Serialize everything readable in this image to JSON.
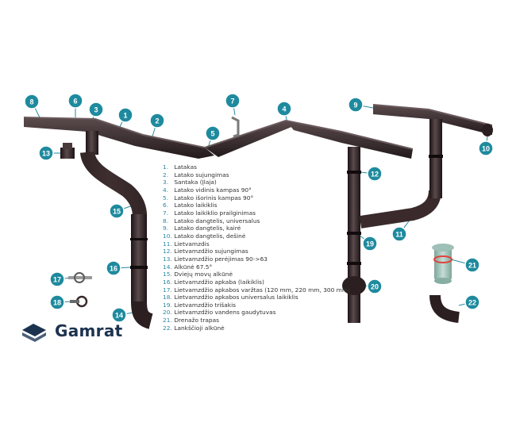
{
  "legend": [
    {
      "num": "1.",
      "text": "Latakas"
    },
    {
      "num": "2.",
      "text": "Latako sujungimas"
    },
    {
      "num": "3.",
      "text": "Santaka (Įlaja)"
    },
    {
      "num": "4.",
      "text": "Latako vidinis kampas 90°"
    },
    {
      "num": "5.",
      "text": "Latako išorinis kampas 90°"
    },
    {
      "num": "6.",
      "text": "Latako laikiklis"
    },
    {
      "num": "7.",
      "text": "Latako laikiklio prailginimas"
    },
    {
      "num": "8.",
      "text": "Latako dangtelis, universalus"
    },
    {
      "num": "9.",
      "text": "Latako dangtelis, kairė"
    },
    {
      "num": "10.",
      "text": "Latako dangtelis, dešinė"
    },
    {
      "num": "11.",
      "text": "Lietvamzdis"
    },
    {
      "num": "12.",
      "text": "Lietvamzdžio sujungimas"
    },
    {
      "num": "13.",
      "text": "Lietvamzdžio perėjimas 90->63"
    },
    {
      "num": "14.",
      "text": "Alkūnė 67.5°"
    },
    {
      "num": "15.",
      "text": "Dviejų movų alkūnė"
    },
    {
      "num": "16.",
      "text": "Lietvamzdžio apkaba (laikiklis)"
    },
    {
      "num": "17.",
      "text": "Lietvamzdžio apkabos varžtas (120 mm, 220 mm, 300 mm)"
    },
    {
      "num": "18.",
      "text": "Lietvamzdžio apkabos universalus laikiklis"
    },
    {
      "num": "19.",
      "text": "Lietvamzdžio trišakis"
    },
    {
      "num": "20.",
      "text": "Lietvamzdžio vandens gaudytuvas"
    },
    {
      "num": "21.",
      "text": "Drenažo trapas"
    },
    {
      "num": "22.",
      "text": "Lankščioji alkūnė"
    }
  ],
  "callouts": [
    "1",
    "2",
    "3",
    "4",
    "5",
    "6",
    "7",
    "8",
    "9",
    "10",
    "11",
    "12",
    "13",
    "14",
    "15",
    "16",
    "17",
    "18",
    "19",
    "20",
    "21",
    "22"
  ],
  "brand": {
    "name": "Gamrat"
  },
  "colors": {
    "pipe": "#3a2a2c",
    "badge": "#1e8a9e",
    "trap": "#a9c8bf",
    "trap_ring": "#e0423a"
  }
}
